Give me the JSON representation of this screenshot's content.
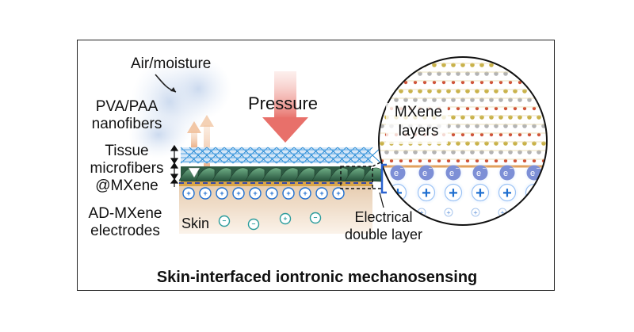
{
  "labels": {
    "air_moisture": "Air/moisture",
    "pressure": "Pressure",
    "pva_paa_line1": "PVA/PAA",
    "pva_paa_line2": "nanofibers",
    "tissue_line1": "Tissue",
    "tissue_line2": "microfibers",
    "tissue_line3": "@MXene",
    "ad_mxene_line1": "AD-MXene",
    "ad_mxene_line2": "electrodes",
    "skin": "Skin",
    "mxene_layers_line1": "MXene",
    "mxene_layers_line2": "layers",
    "edl_line1": "Electrical",
    "edl_line2": "double layer"
  },
  "symbols": {
    "electron": "e",
    "electron_sup": "−",
    "plus": "+",
    "minus": "−"
  },
  "title": "Skin-interfaced iontronic mechanosensing",
  "colors": {
    "nanofiber_mesh": "#2f8fd6",
    "microfiber": "#3b7a4f",
    "pressure_arrow": "#e8706a",
    "ion_plus": "#1f6fd0",
    "electron_ball": "#7d8fd6",
    "skin": "#e8cfb6"
  }
}
